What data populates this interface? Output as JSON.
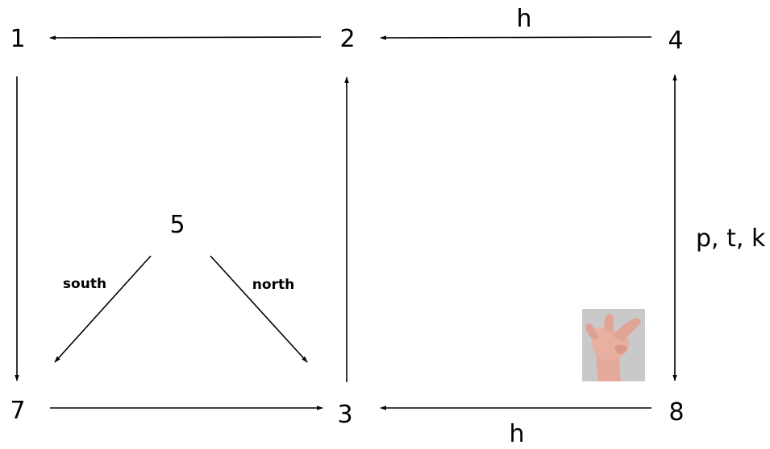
{
  "nodes": {
    "n1": "1",
    "n2": "2",
    "n3": "3",
    "n4": "4",
    "n5": "5",
    "n7": "7",
    "n8": "8"
  },
  "edges": [
    {
      "from": "2",
      "to": "1",
      "label": ""
    },
    {
      "from": "4",
      "to": "2",
      "label": "h"
    },
    {
      "from": "1",
      "to": "7",
      "label": ""
    },
    {
      "from": "3",
      "to": "2",
      "label": ""
    },
    {
      "from": "4",
      "to": "8",
      "label": "p, t, k",
      "bidirectional": true
    },
    {
      "from": "5",
      "to": "7",
      "label": "south"
    },
    {
      "from": "5",
      "to": "3",
      "label": "north"
    },
    {
      "from": "7",
      "to": "3",
      "label": ""
    },
    {
      "from": "8",
      "to": "3",
      "label": "h"
    }
  ],
  "labels": {
    "h_top": "h",
    "h_bottom": "h",
    "ptk": "p, t, k",
    "south": "south",
    "north": "north"
  },
  "colors": {
    "line": "#000000",
    "background": "#ffffff",
    "photo_background": "#c9c9c9",
    "skin": "#e4a99a"
  },
  "image": {
    "description_icon": "hand-gesture-photo"
  }
}
